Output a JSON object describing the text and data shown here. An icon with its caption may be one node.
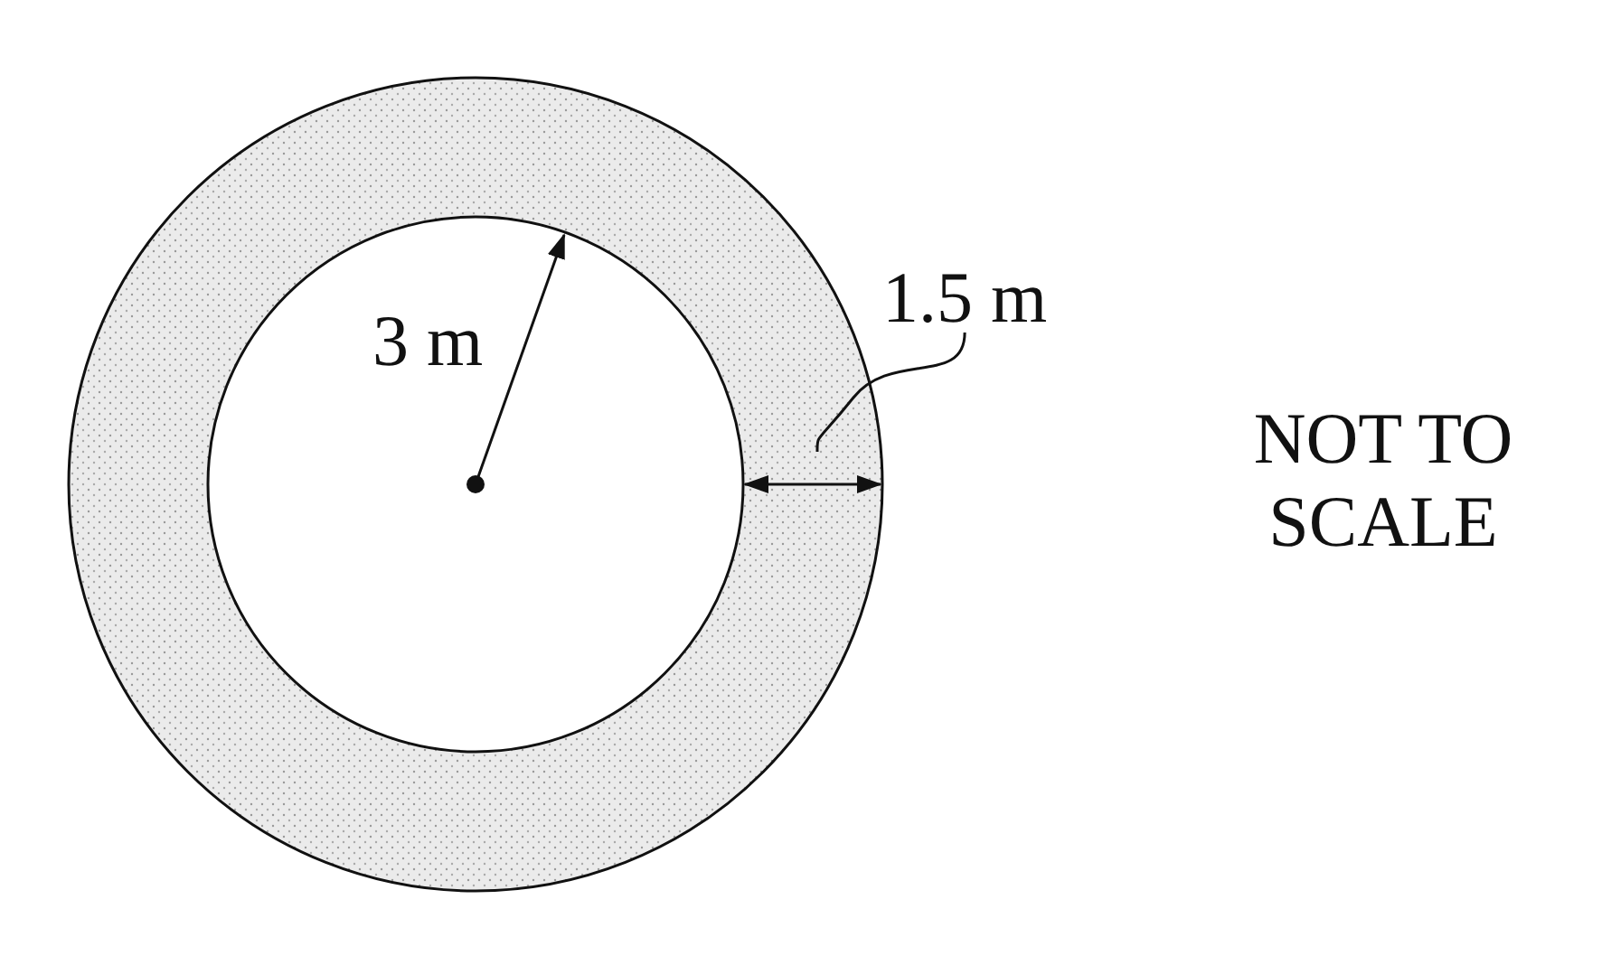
{
  "diagram": {
    "nodes": [
      {
        "text": [],
        "shape": "ring"
      },
      {
        "text": [
          "1.5 m"
        ]
      }
    ],
    "edges": [
      {
        "from": 1,
        "to": 0,
        "arrow": "none"
      }
    ],
    "labels": [
      "3 m",
      "NOT TO SCALE"
    ]
  }
}
